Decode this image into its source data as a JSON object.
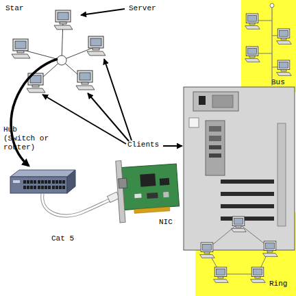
{
  "diagram": {
    "nodes": [
      {
        "text": [
          "Bus"
        ]
      },
      {
        "text": [
          "Ring"
        ]
      }
    ],
    "labels": [
      "Star",
      "Server",
      "Hub (Switch or router)",
      "Clients",
      "NIC",
      "Cat 5"
    ]
  }
}
